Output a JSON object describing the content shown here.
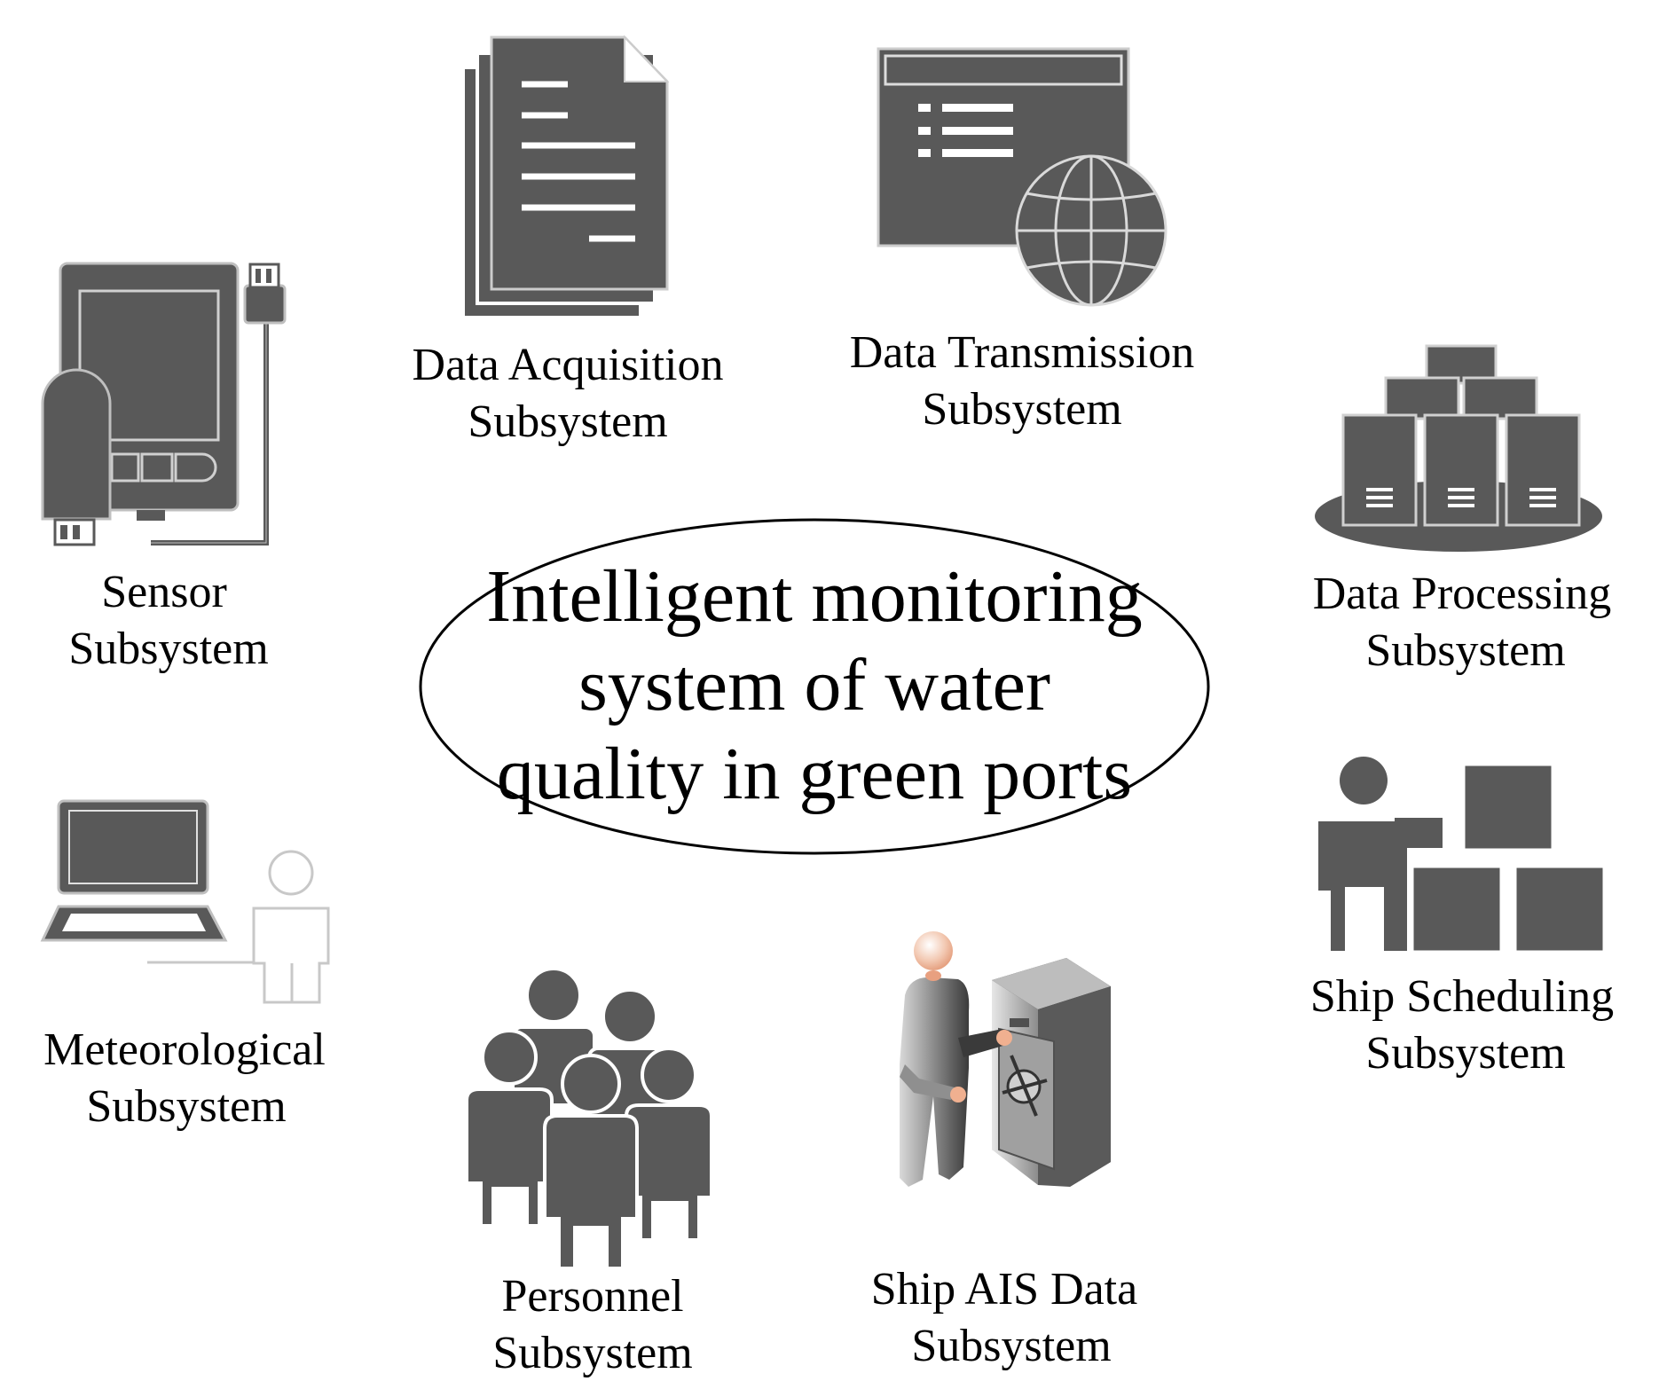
{
  "colors": {
    "icon_fill": "#595959",
    "icon_outline": "#bfbfbf",
    "text": "#000000",
    "background": "#ffffff"
  },
  "center": {
    "lines": [
      "Intelligent monitoring",
      "system of water",
      "quality in green ports"
    ]
  },
  "subsystems": [
    {
      "id": "sensor",
      "icon": "tablet-usb-icon",
      "lines": [
        "Sensor",
        "Subsystem"
      ]
    },
    {
      "id": "data-acquisition",
      "icon": "document-stack-icon",
      "lines": [
        "Data Acquisition",
        "Subsystem"
      ]
    },
    {
      "id": "data-transmission",
      "icon": "web-window-globe-icon",
      "lines": [
        "Data Transmission",
        "Subsystem"
      ]
    },
    {
      "id": "data-processing",
      "icon": "server-cluster-icon",
      "lines": [
        "Data Processing",
        "Subsystem"
      ]
    },
    {
      "id": "ship-scheduling",
      "icon": "presenter-boxes-icon",
      "lines": [
        "Ship Scheduling",
        "Subsystem"
      ]
    },
    {
      "id": "ship-ais-data",
      "icon": "person-safe-icon",
      "lines": [
        "Ship AIS Data",
        "Subsystem"
      ]
    },
    {
      "id": "personnel",
      "icon": "people-group-icon",
      "lines": [
        "Personnel",
        "Subsystem"
      ]
    },
    {
      "id": "meteorological",
      "icon": "laptop-user-icon",
      "lines": [
        "Meteorological",
        "Subsystem"
      ]
    }
  ]
}
